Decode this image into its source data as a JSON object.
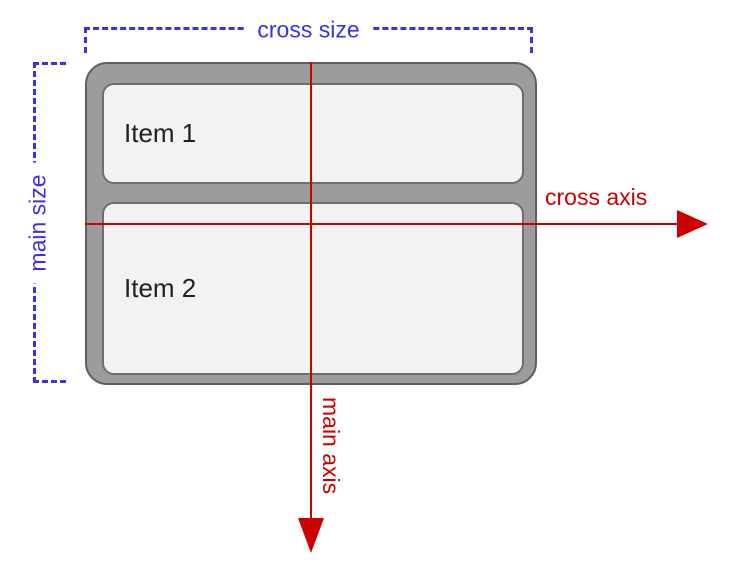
{
  "diagram": {
    "title": "flexbox main and cross axis diagram",
    "items": [
      {
        "label": "Item 1"
      },
      {
        "label": "Item 2"
      }
    ],
    "labels": {
      "cross_size": "cross size",
      "main_size": "main size",
      "cross_axis": "cross axis",
      "main_axis": "main axis"
    },
    "colors": {
      "blue": "#3c31e8",
      "red": "#cc0000",
      "container_fill": "#9c9c9c",
      "container_border": "#5e5e5e",
      "item_fill": "#f2f2f2",
      "item_border": "#6e6e6e",
      "text_color": "#202124"
    }
  }
}
